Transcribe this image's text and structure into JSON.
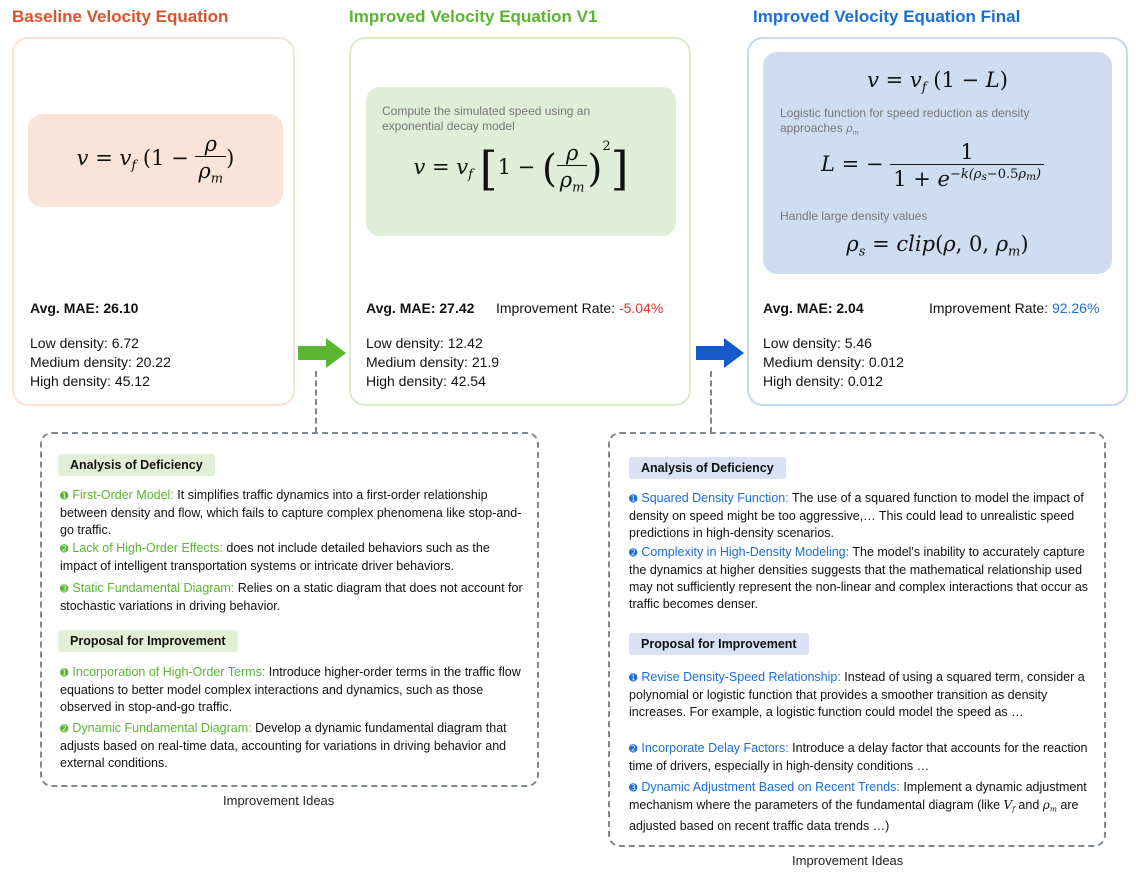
{
  "columns": [
    {
      "title": "Baseline Velocity Equation",
      "title_color": "#d9532e",
      "mae_label": "Avg. MAE: 26.10",
      "rate_label": "",
      "rate_value": "",
      "densities": [
        "Low density: 6.72",
        "Medium density: 20.22",
        "High density: 45.12"
      ]
    },
    {
      "title": "Improved Velocity Equation V1",
      "title_color": "#5cb531",
      "caption": "Compute the simulated speed using an exponential decay model",
      "mae_label": "Avg. MAE: 27.42",
      "rate_label": "Improvement Rate: ",
      "rate_value": "-5.04%",
      "rate_color": "#e8332c",
      "densities": [
        "Low density: 12.42",
        "Medium density: 21.9",
        "High density: 42.54"
      ]
    },
    {
      "title": "Improved Velocity Equation Final",
      "title_color": "#1b6ed6",
      "caption_1": "Logistic function for speed reduction as density approaches",
      "caption_2": "Handle large density values",
      "mae_label": "Avg. MAE: 2.04",
      "rate_label": "Improvement Rate: ",
      "rate_value": "92.26%",
      "rate_color": "#1b6ed6",
      "densities": [
        "Low density: 5.46",
        "Medium density: 0.012",
        "High density: 0.012"
      ]
    }
  ],
  "left_ideas": {
    "analysis_tag": "Analysis of Deficiency",
    "analysis": [
      {
        "head": "First-Order Model:",
        "body": " It simplifies traffic dynamics into a first-order relationship between density and flow, which fails to capture complex phenomena like stop-and-go traffic."
      },
      {
        "head": "Lack of High-Order Effects:",
        "body": " does not include detailed behaviors such as the impact of intelligent transportation systems or intricate driver behaviors."
      },
      {
        "head": "Static Fundamental Diagram:",
        "body": " Relies on a static diagram that does not account for stochastic variations in driving behavior."
      }
    ],
    "proposal_tag": "Proposal for Improvement",
    "proposal": [
      {
        "head": "Incorporation of High-Order Terms:",
        "body": " Introduce higher-order terms in the traffic flow equations to better model complex interactions and dynamics, such as those observed in stop-and-go traffic."
      },
      {
        "head": "Dynamic Fundamental Diagram:",
        "body": " Develop a dynamic fundamental diagram that adjusts based on real-time data, accounting for variations in driving behavior and external conditions."
      }
    ],
    "caption": "Improvement Ideas"
  },
  "right_ideas": {
    "analysis_tag": "Analysis of Deficiency",
    "analysis": [
      {
        "head": "Squared Density Function:",
        "body": " The use of a squared function to model the impact of density on speed might be too aggressive,… This could lead to unrealistic speed predictions in high-density scenarios."
      },
      {
        "head": "Complexity in High-Density Modeling:",
        "body": " The model's inability to accurately capture the dynamics at higher densities suggests that the mathematical relationship used may not sufficiently represent the non-linear and complex interactions that occur as traffic becomes denser."
      }
    ],
    "proposal_tag": "Proposal for Improvement",
    "proposal": [
      {
        "head": "Revise Density-Speed Relationship:",
        "body": " Instead of using a squared term, consider a polynomial or logistic function that provides a smoother transition as density increases. For example, a logistic function could model the speed as …"
      },
      {
        "head": "Incorporate Delay Factors:",
        "body": " Introduce a delay factor that accounts for the reaction time of drivers, especially in high-density conditions …"
      },
      {
        "head": "Dynamic Adjustment Based on Recent Trends:",
        "body": " Implement a dynamic adjustment mechanism where the parameters of the fundamental diagram (like"
      },
      {
        "tail_1": "and",
        "tail_2": "are adjusted based on recent traffic data trends …)"
      }
    ],
    "caption": "Improvement Ideas"
  },
  "numbers": [
    "➊",
    "➋",
    "➌"
  ],
  "colors": {
    "card1_border": "#fbe2d7",
    "card1_fill": "#fae3d9",
    "card2_border": "#dbeccd",
    "card2_fill": "#dfeed8",
    "card3_border": "#c5d8f1",
    "card3_fill": "#cfddf3",
    "arrow_green": "#5cb531",
    "arrow_blue": "#1559cf",
    "tag_green": "#e2efd7",
    "tag_blue": "#d7e3f4",
    "dash": "#7f8890"
  }
}
